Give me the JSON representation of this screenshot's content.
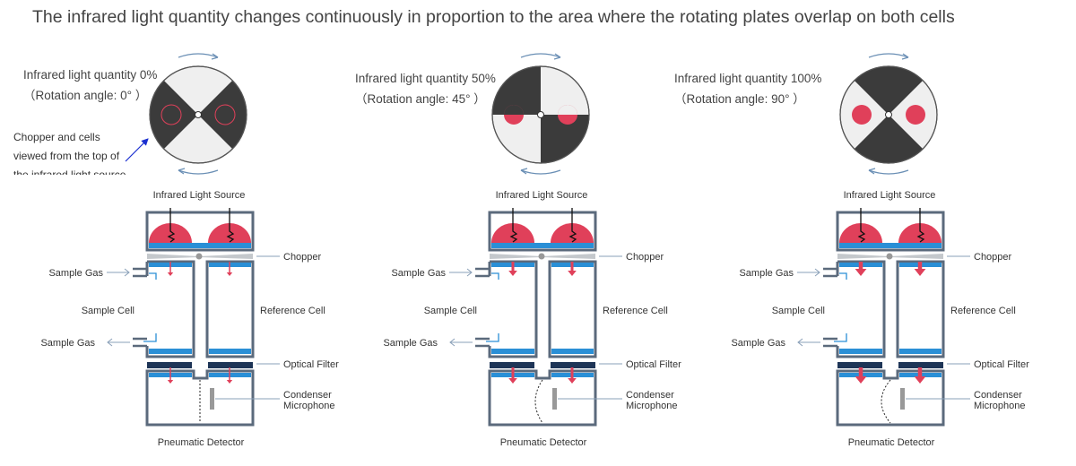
{
  "headline": "The infrared light quantity changes continuously in proportion to the area where the rotating plates overlap on both cells",
  "side_note": {
    "lines": [
      "Chopper and cells",
      "viewed from the top of",
      "the infrared light source"
    ]
  },
  "panels": [
    {
      "quantity": "Infrared light quantity 0%",
      "angle": "（Rotation angle: 0°  ）",
      "rotation_deg": 0,
      "light_level": 0
    },
    {
      "quantity": "Infrared light quantity 50%",
      "angle": "（Rotation angle: 45°  ）",
      "rotation_deg": 45,
      "light_level": 0.5
    },
    {
      "quantity": "Infrared light quantity 100%",
      "angle": "（Rotation angle: 90°  ）",
      "rotation_deg": 90,
      "light_level": 1
    }
  ],
  "labels": {
    "source": "Infrared Light Source",
    "chopper": "Chopper",
    "sample_gas": "Sample Gas",
    "sample_cell": "Sample Cell",
    "reference_cell": "Reference Cell",
    "optical_filter": "Optical Filter",
    "microphone_line1": "Condenser",
    "microphone_line2": "Microphone",
    "detector": "Pneumatic Detector"
  },
  "colors": {
    "frame": "#5b6a7c",
    "accent_blue": "#2a8fd6",
    "dark_filter": "#1e3557",
    "lamp_red": "#e0405a",
    "chopper_dark": "#3b3b3b",
    "chopper_light": "#efefef",
    "rotation_arrow": "#6a8fb5",
    "pointer_blue": "#1a2fd0"
  }
}
